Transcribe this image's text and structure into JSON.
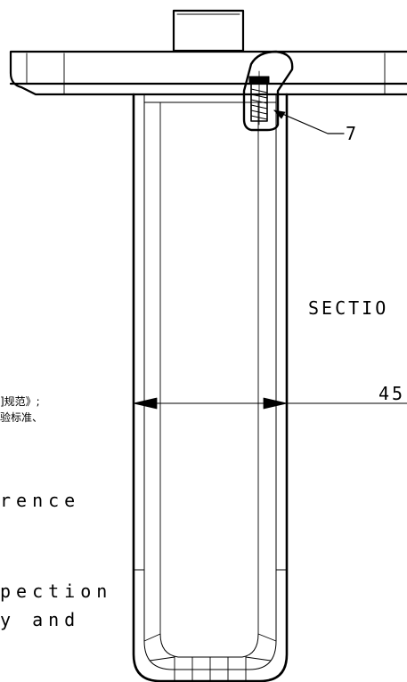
{
  "callout": {
    "number": "7"
  },
  "section_label": "SECTIO",
  "dimension": {
    "value": "45"
  },
  "notes": {
    "cn_line1": "]规范》;",
    "cn_line2": "验标准、",
    "en_line1": "rence",
    "en_line2": "pection",
    "en_line3": "y and"
  }
}
